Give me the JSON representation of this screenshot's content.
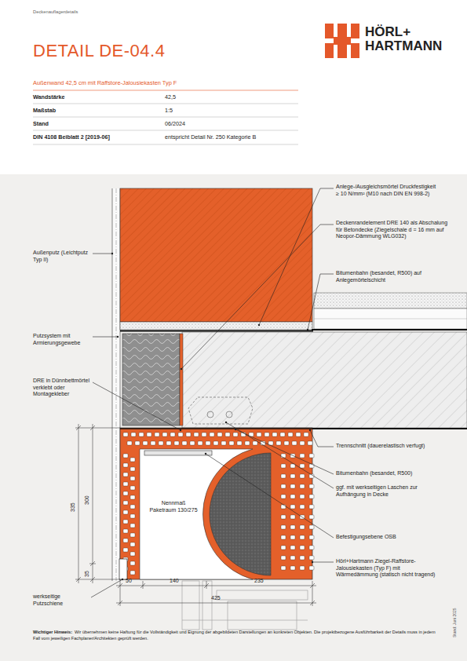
{
  "diagram": {
    "title": "DETAIL DE-04.4",
    "labels": [
      "Deckenauflagerdetails",
      "HÖRL+ HARTMANN",
      "Außenwand 42,5 cm mit Raffstore-Jalousiekasten Typ F",
      "Wandstärke",
      "42,5",
      "Maßstab",
      "1:5",
      "Stand",
      "06/2024",
      "DIN 4108 Beiblatt 2 [2019-06]",
      "entspricht Detail Nr. 250 Kategorie B",
      "Anlege-/Ausgleichsmörtel Druckfestigkeit ≥ 10 N/mm² (M10 nach DIN EN 998-2)",
      "Deckenrandelement DRE 140 als Abschalung für Betondecke (Ziegelschale d = 16 mm auf Neopor-Dämmung WLG032)",
      "Bitumenbahn (besandet, R500) auf Anlegemörtelschicht",
      "Außenputz (Leichtputz Typ II)",
      "Putzsystem mit Armierungsgewebe",
      "DRE in Dünnbettmörtel verklebt oder Montagekleber",
      "Trennschnitt (dauerelastisch verfugt)",
      "Bitumenbahn (besandet, R500)",
      "ggf. mit werkseitigen Laschen zur Aufhängung in Decke",
      "Nennmaß Paketraum 130/275",
      "Befestigungsebene OSB",
      "Hörl+Hartmann Ziegel-Raffstore-Jalousiekasten (Typ F) mit Wärmedämmung (statisch nicht tragend)",
      "335",
      "300",
      "35",
      "50",
      "140",
      "235",
      "425",
      "werkseitige Putzschiene",
      "Wichtiger Hinweis:",
      "Wir übernehmen keine Haftung für die Vollständigkeit und Eignung der abgebildeten Darstellungen an konkreten Objekten. Die projektbezogene Ausführbarkeit der Details muss in jedem Fall vom jeweiligen Fachplaner/Architekten geprüft werden.",
      "Stand: Juni 2025"
    ]
  }
}
